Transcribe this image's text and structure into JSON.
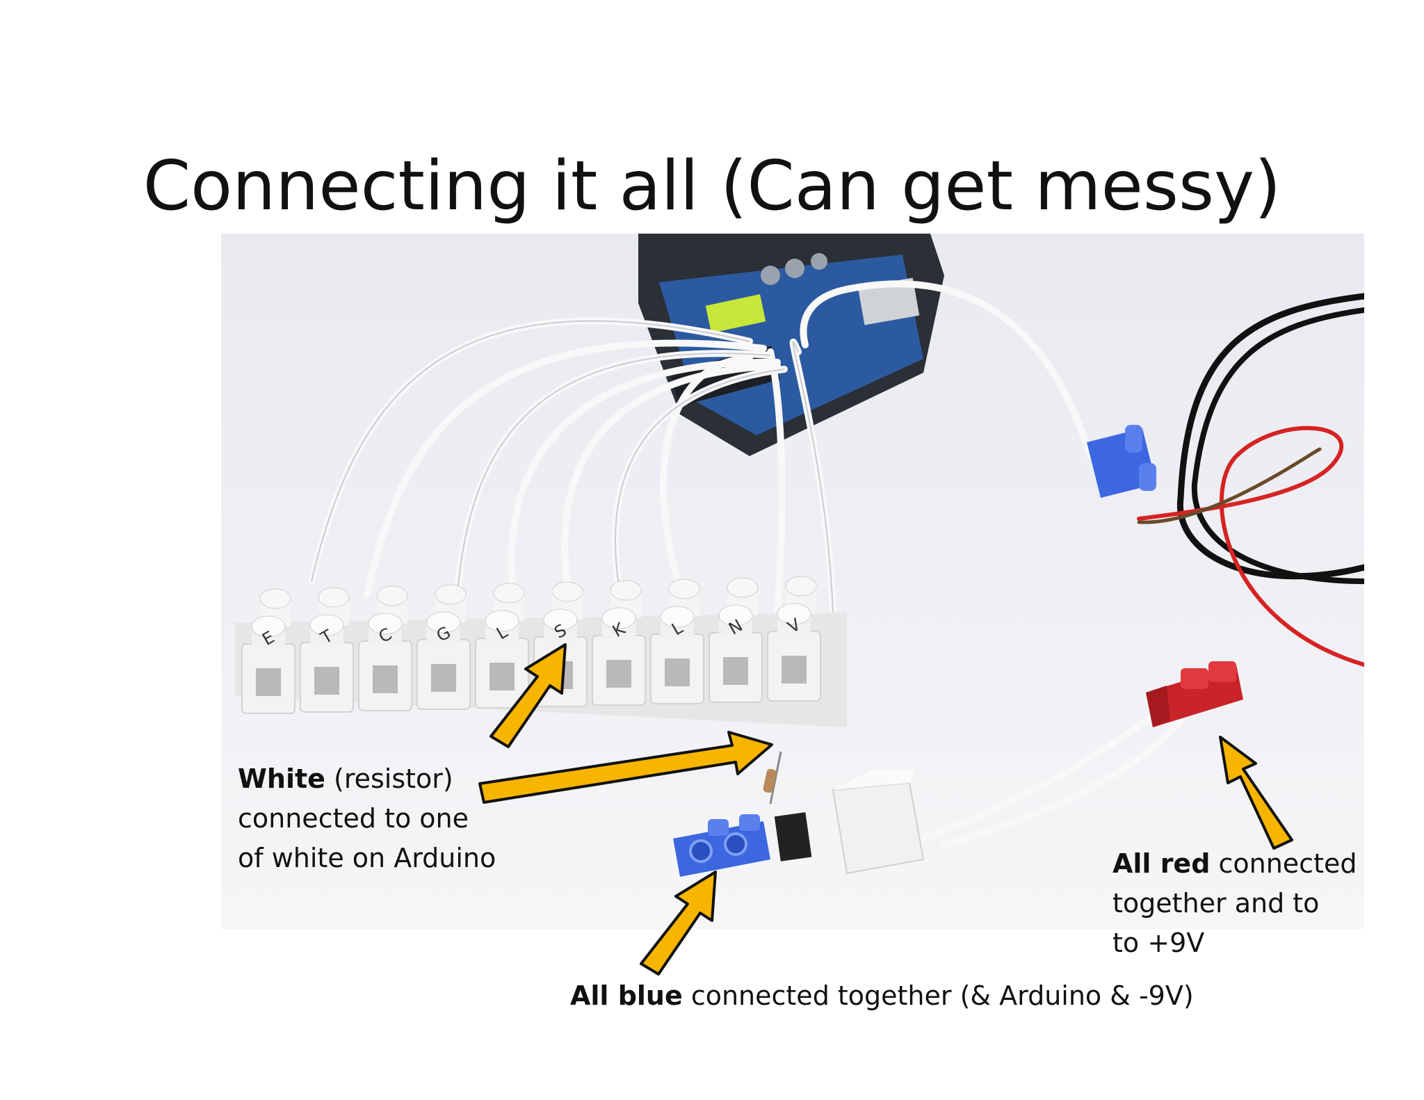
{
  "slide": {
    "title": "Connecting it all (Can get messy)",
    "colors": {
      "arrow_fill": "#f7b500",
      "arrow_stroke": "#111111",
      "connector_white": "#f2f2f2",
      "connector_blue": "#3c67e0",
      "connector_red": "#c9242a",
      "wire_white": "#f8f8f8",
      "board_blue": "#2c5aa0"
    },
    "captions": {
      "white": {
        "bold": "White",
        "line1_rest": " (resistor)",
        "line2": "connected to one",
        "line3": "of white on Arduino"
      },
      "red": {
        "bold": "All red",
        "line1_rest": " connected",
        "line2": "together and to",
        "line3": "to +9V"
      },
      "blue": {
        "bold": "All blue",
        "rest": " connected together (& Arduino & -9V)"
      }
    },
    "terminal_letters": [
      "E",
      "T",
      "C",
      "G",
      "L",
      "S",
      "K",
      "L",
      "N",
      "V"
    ]
  }
}
